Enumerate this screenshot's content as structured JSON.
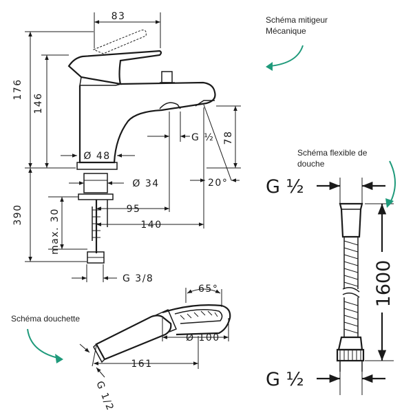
{
  "mixer": {
    "caption_line1": "Schéma mitigeur",
    "caption_line2": "Mécanique",
    "dim_83": "83",
    "dim_176": "176",
    "dim_146": "146",
    "dim_48": "Ø 48",
    "dim_34": "Ø 34",
    "dim_390": "390",
    "dim_max30": "max. 30",
    "dim_95": "95",
    "dim_140": "140",
    "dim_78": "78",
    "dim_g12": "G ½",
    "dim_g38": "G 3/8",
    "dim_20deg": "20°"
  },
  "handshower": {
    "caption": "Schéma douchette",
    "dim_65deg": "65°",
    "dim_100": "Ø 100",
    "dim_161": "161",
    "dim_g12": "G 1/2"
  },
  "hose": {
    "caption_line1": "Schéma flexible de",
    "caption_line2": "douche",
    "dim_g12_top": "G ½",
    "dim_1600": "1600",
    "dim_g12_bottom": "G ½"
  },
  "colors": {
    "line": "#1a1a1a",
    "accent_green": "#1f9a7b"
  }
}
